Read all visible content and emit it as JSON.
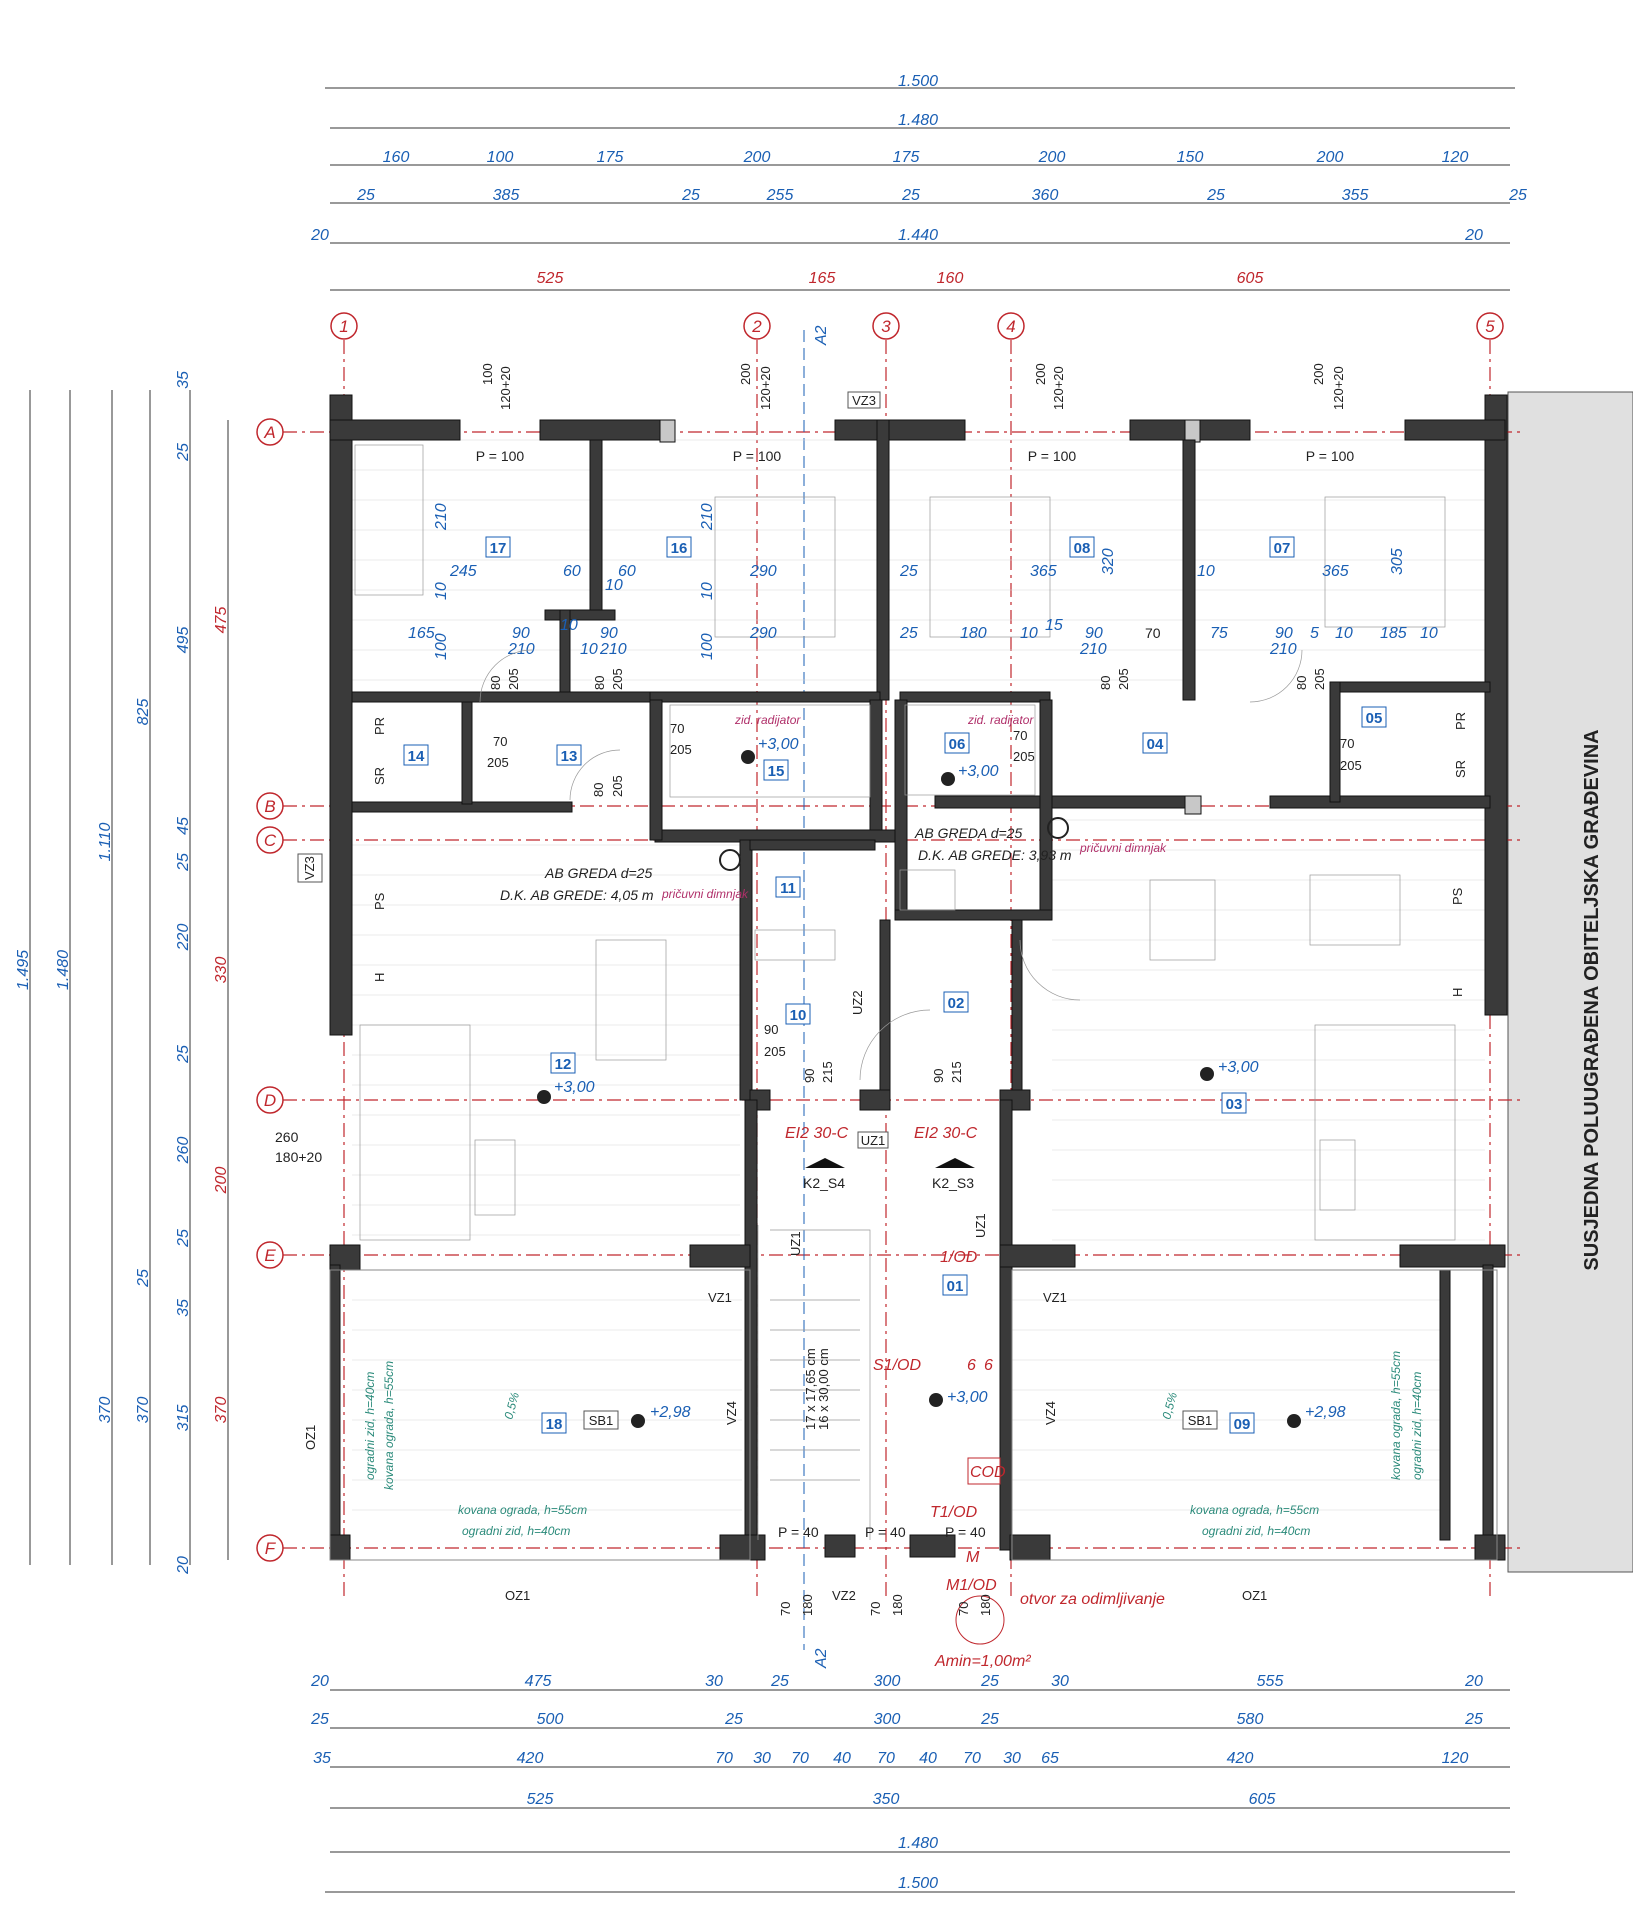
{
  "top_dimension_rows": [
    [
      "1.500"
    ],
    [
      "1.480"
    ],
    [
      "160",
      "100",
      "175",
      "200",
      "175",
      "200",
      "150",
      "200",
      "120"
    ],
    [
      "25",
      "385",
      "25",
      "255",
      "25",
      "360",
      "25",
      "355",
      "25"
    ],
    [
      "20",
      "1.440",
      "20"
    ],
    [
      "525",
      "165",
      "160",
      "605"
    ]
  ],
  "bottom_dimension_rows": [
    [
      "20",
      "475",
      "30",
      "25",
      "300",
      "25",
      "30",
      "555",
      "20"
    ],
    [
      "25",
      "500",
      "25",
      "300",
      "25",
      "580",
      "25"
    ],
    [
      "35",
      "420",
      "70",
      "30",
      "70",
      "40",
      "70",
      "40",
      "70",
      "30",
      "65",
      "420",
      "120"
    ],
    [
      "525",
      "350",
      "605"
    ],
    [
      "1.480"
    ],
    [
      "1.500"
    ]
  ],
  "left_dimension_columns": {
    "outer_totals": [
      "1.495",
      "1.480",
      "1.110",
      "825",
      "370",
      "370"
    ],
    "column_a": [
      "35",
      "25",
      "495",
      "45",
      "25",
      "220",
      "25",
      "260",
      "25",
      "35",
      "315",
      "20"
    ],
    "column_b": [
      "475",
      "330",
      "200",
      "370"
    ],
    "column_c": [
      "25"
    ]
  },
  "grid_axes": {
    "vertical": [
      "1",
      "2",
      "3",
      "4",
      "5"
    ],
    "horizontal": [
      "A",
      "B",
      "C",
      "D",
      "E",
      "F"
    ]
  },
  "section_marker": "A2",
  "rooms": [
    "17",
    "16",
    "08",
    "07",
    "14",
    "13",
    "15",
    "06",
    "04",
    "05",
    "11",
    "10",
    "02",
    "12",
    "03",
    "01",
    "18",
    "09"
  ],
  "room_dims": {
    "r17": [
      "210",
      "245",
      "60",
      "165",
      "90",
      "210",
      "10",
      "100",
      "10"
    ],
    "r16": [
      "60",
      "10",
      "210",
      "290",
      "290",
      "90",
      "210",
      "10",
      "100",
      "10"
    ],
    "r08": [
      "25",
      "365",
      "320",
      "25",
      "180",
      "10",
      "15",
      "90",
      "210",
      "70"
    ],
    "r07": [
      "10",
      "365",
      "305",
      "75",
      "90",
      "210",
      "5",
      "10",
      "185",
      "10"
    ],
    "parapet": [
      "P = 100",
      "P = 100",
      "P = 100",
      "P = 100"
    ],
    "window_labels": [
      "100",
      "120+20",
      "200",
      "120+20",
      "200",
      "120+20",
      "200",
      "120+20"
    ],
    "doors": [
      "80",
      "205",
      "80",
      "205",
      "80",
      "205",
      "80",
      "205",
      "70",
      "205",
      "70",
      "205",
      "70",
      "205",
      "70",
      "205",
      "80",
      "205",
      "90",
      "205",
      "90",
      "215",
      "90",
      "215"
    ]
  },
  "annotations": {
    "vz3_top": "VZ3",
    "vz3_left": "VZ3",
    "ps_left": "PS",
    "ps_right": "PS",
    "pr_left": "PR",
    "sr_left": "SR",
    "pr_right": "PR",
    "sr_right": "SR",
    "h_left": "H",
    "h_right": "H",
    "radiator_left": "zid. radijator",
    "radiator_right": "zid. radijator",
    "level_300_a": "+3,00",
    "level_300_b": "+3,00",
    "level_300_c": "+3,00",
    "level_300_d": "+3,00",
    "level_300_e": "+3,00",
    "level_298_a": "+2,98",
    "level_298_b": "+2,98",
    "beam_left_1": "AB GREDA d=25",
    "beam_left_2": "D.K. AB GREDE: 4,05 m",
    "beam_right_1": "AB GREDA d=25",
    "beam_right_2": "D.K. AB GREDE: 3,93 m",
    "chimney_left": "pričuvni dimnjak",
    "chimney_right": "pričuvni dimnjak",
    "fire_left": "EI2 30-C",
    "fire_right": "EI2 30-C",
    "stair_left": "K2_S4",
    "stair_right": "K2_S3",
    "uz1_a": "UZ1",
    "uz1_b": "UZ1",
    "uz1_c": "UZ1",
    "uz2": "UZ2",
    "vz1_left": "VZ1",
    "vz1_mid": "VZ1",
    "vz1_right": "VZ1",
    "vz4_left": "VZ4",
    "vz4_right": "VZ4",
    "vz2": "VZ2",
    "oz1_left": "OZ1",
    "oz1_bottom_left": "OZ1",
    "oz1_bottom_right": "OZ1",
    "od_1": "1/OD",
    "od_s1": "S1/OD",
    "od_t1": "T1/OD",
    "od_m1": "M1/OD",
    "cod": "COD",
    "m": "M",
    "sb1_left": "SB1",
    "sb1_right": "SB1",
    "slope_left": "0,5%",
    "slope_right": "0,5%",
    "railing_1": "kovana ograda, h=55cm",
    "railing_2": "ogradni zid, h=40cm",
    "railing_3": "kovana ograda, h=55cm",
    "railing_4": "ogradni zid, h=40cm",
    "railing_5": "kovana ograda, h=55cm",
    "railing_6": "ogradni zid, h=40cm",
    "railing_7": "ogradni zid, h=40cm",
    "railing_8": "kovana ograda, h=55cm",
    "smoke_vent": "otvor za odimljivanje",
    "amin": "Amin=1,00m²",
    "stair_spec_1": "17 x 17,65 cm",
    "stair_spec_2": "16 x 30,00 cm",
    "p40_a": "P = 40",
    "p40_b": "P = 40",
    "p40_c": "P = 40",
    "window_260": "260",
    "window_180": "180+20",
    "bottom_70_180_a": [
      "70",
      "180"
    ],
    "bottom_70_180_b": [
      "70",
      "180"
    ],
    "bottom_70_180_c": [
      "70",
      "180"
    ],
    "neighbor": "SUSJEDNA POLUUGRAĐENA OBITELJSKA GRAĐEVINA",
    "six_a": "6",
    "six_b": "6"
  },
  "colors": {
    "dimension_blue": "#1a5fb4",
    "axis_red": "#c0272d",
    "wall_dark": "#3a3a3a",
    "neighbor_grey": "#e0e0e0"
  }
}
